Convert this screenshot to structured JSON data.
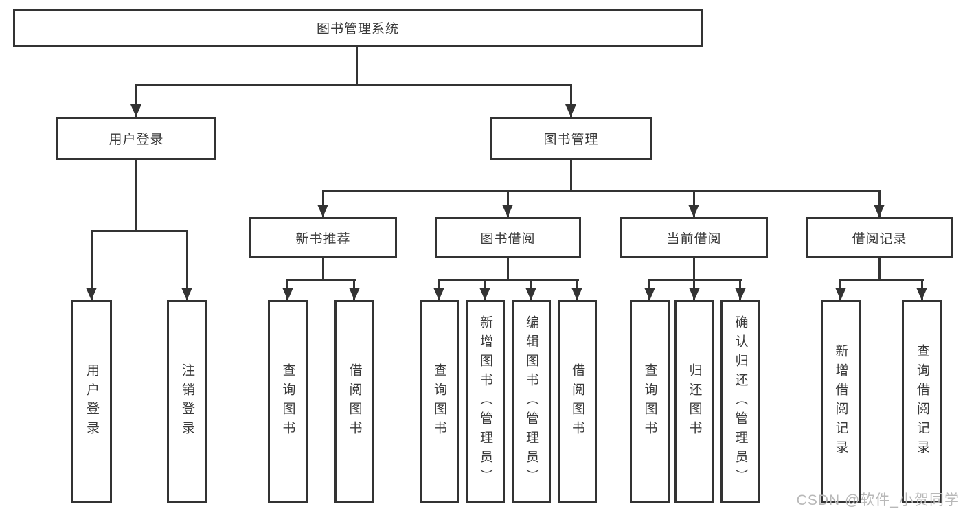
{
  "nodes": {
    "root": "图书管理系统",
    "level1": [
      "用户登录",
      "图书管理"
    ],
    "level2": [
      "新书推荐",
      "图书借阅",
      "当前借阅",
      "借阅记录"
    ],
    "leaves": {
      "login": [
        "用户登录",
        "注销登录"
      ],
      "recommend": [
        "查询图书",
        "借阅图书"
      ],
      "borrow": [
        "查询图书",
        "新增图书（管理员）",
        "编辑图书（管理员）",
        "借阅图书"
      ],
      "current": [
        "查询图书",
        "归还图书",
        "确认归还（管理员）"
      ],
      "records": [
        "新增借阅记录",
        "查询借阅记录"
      ]
    }
  },
  "watermark": "CSDN @软件_小贺同学",
  "colors": {
    "line": "#333333",
    "text": "#3a3a3a",
    "watermark": "#b8b8b8",
    "background": "#ffffff"
  }
}
